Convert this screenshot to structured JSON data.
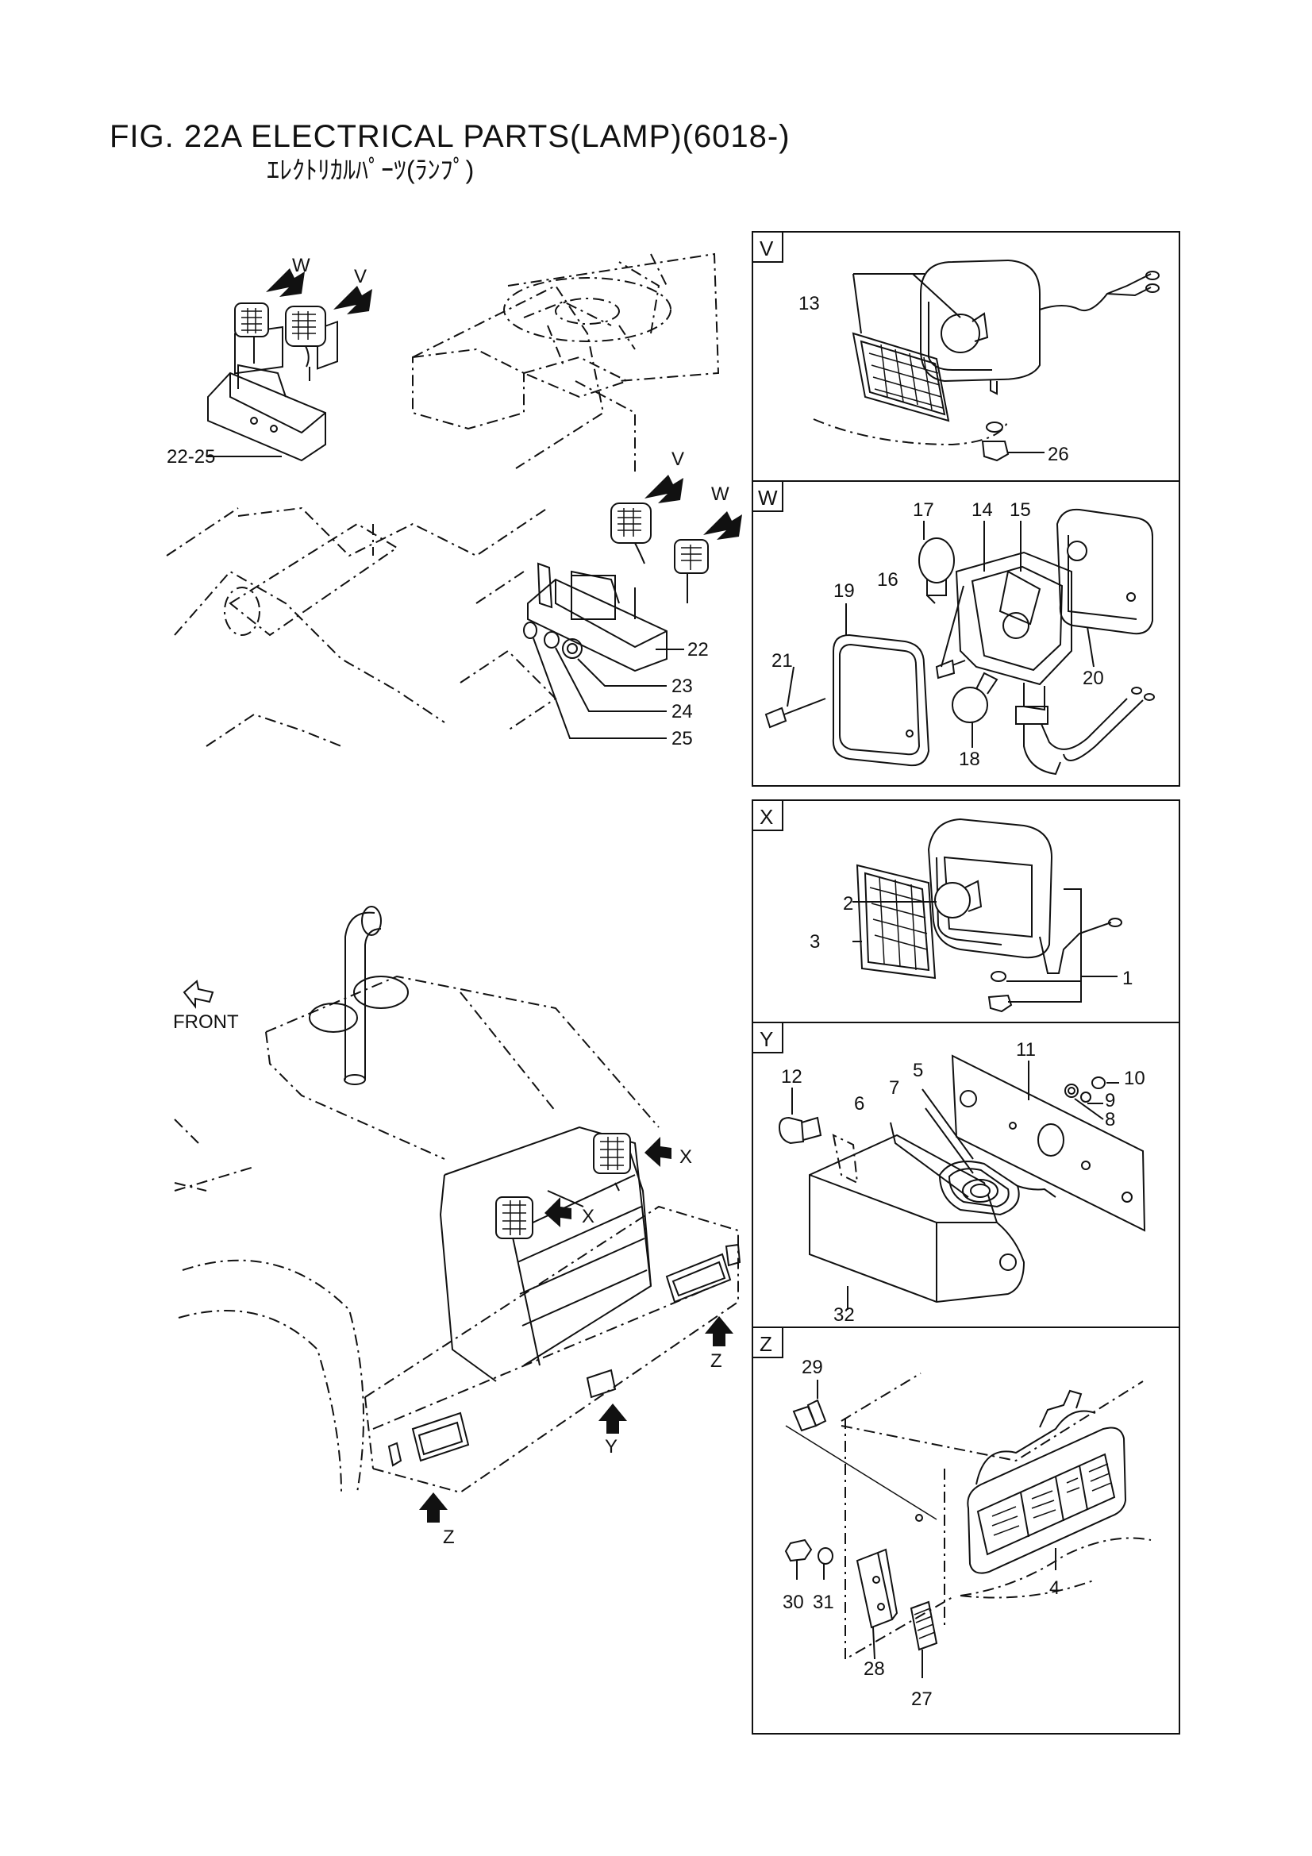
{
  "figure": {
    "title": "FIG. 22A    ELECTRICAL PARTS(LAMP)(6018-)",
    "subtitle": "ｴﾚｸﾄﾘｶﾙﾊﾟｰﾂ(ﾗﾝﾌﾟ)"
  },
  "panels": [
    {
      "id": "V",
      "label": "V"
    },
    {
      "id": "W",
      "label": "W"
    },
    {
      "id": "X",
      "label": "X"
    },
    {
      "id": "Y",
      "label": "Y"
    },
    {
      "id": "Z",
      "label": "Z"
    }
  ],
  "rear_view": {
    "arrows": [
      "W",
      "V",
      "V",
      "W"
    ],
    "callouts": [
      "22-25",
      "22",
      "23",
      "24",
      "25"
    ]
  },
  "front_view": {
    "front_label": "FRONT",
    "arrows": [
      "X",
      "X",
      "Z",
      "Y",
      "Z"
    ]
  },
  "panel_v": {
    "callouts": [
      "13",
      "26"
    ]
  },
  "panel_w": {
    "callouts": [
      "17",
      "14",
      "15",
      "16",
      "19",
      "21",
      "20",
      "18"
    ]
  },
  "panel_x": {
    "callouts": [
      "2",
      "3",
      "1"
    ]
  },
  "panel_y": {
    "callouts": [
      "11",
      "10",
      "12",
      "5",
      "7",
      "6",
      "9",
      "8",
      "32"
    ]
  },
  "panel_z": {
    "callouts": [
      "29",
      "4",
      "30",
      "31",
      "28",
      "27"
    ]
  }
}
